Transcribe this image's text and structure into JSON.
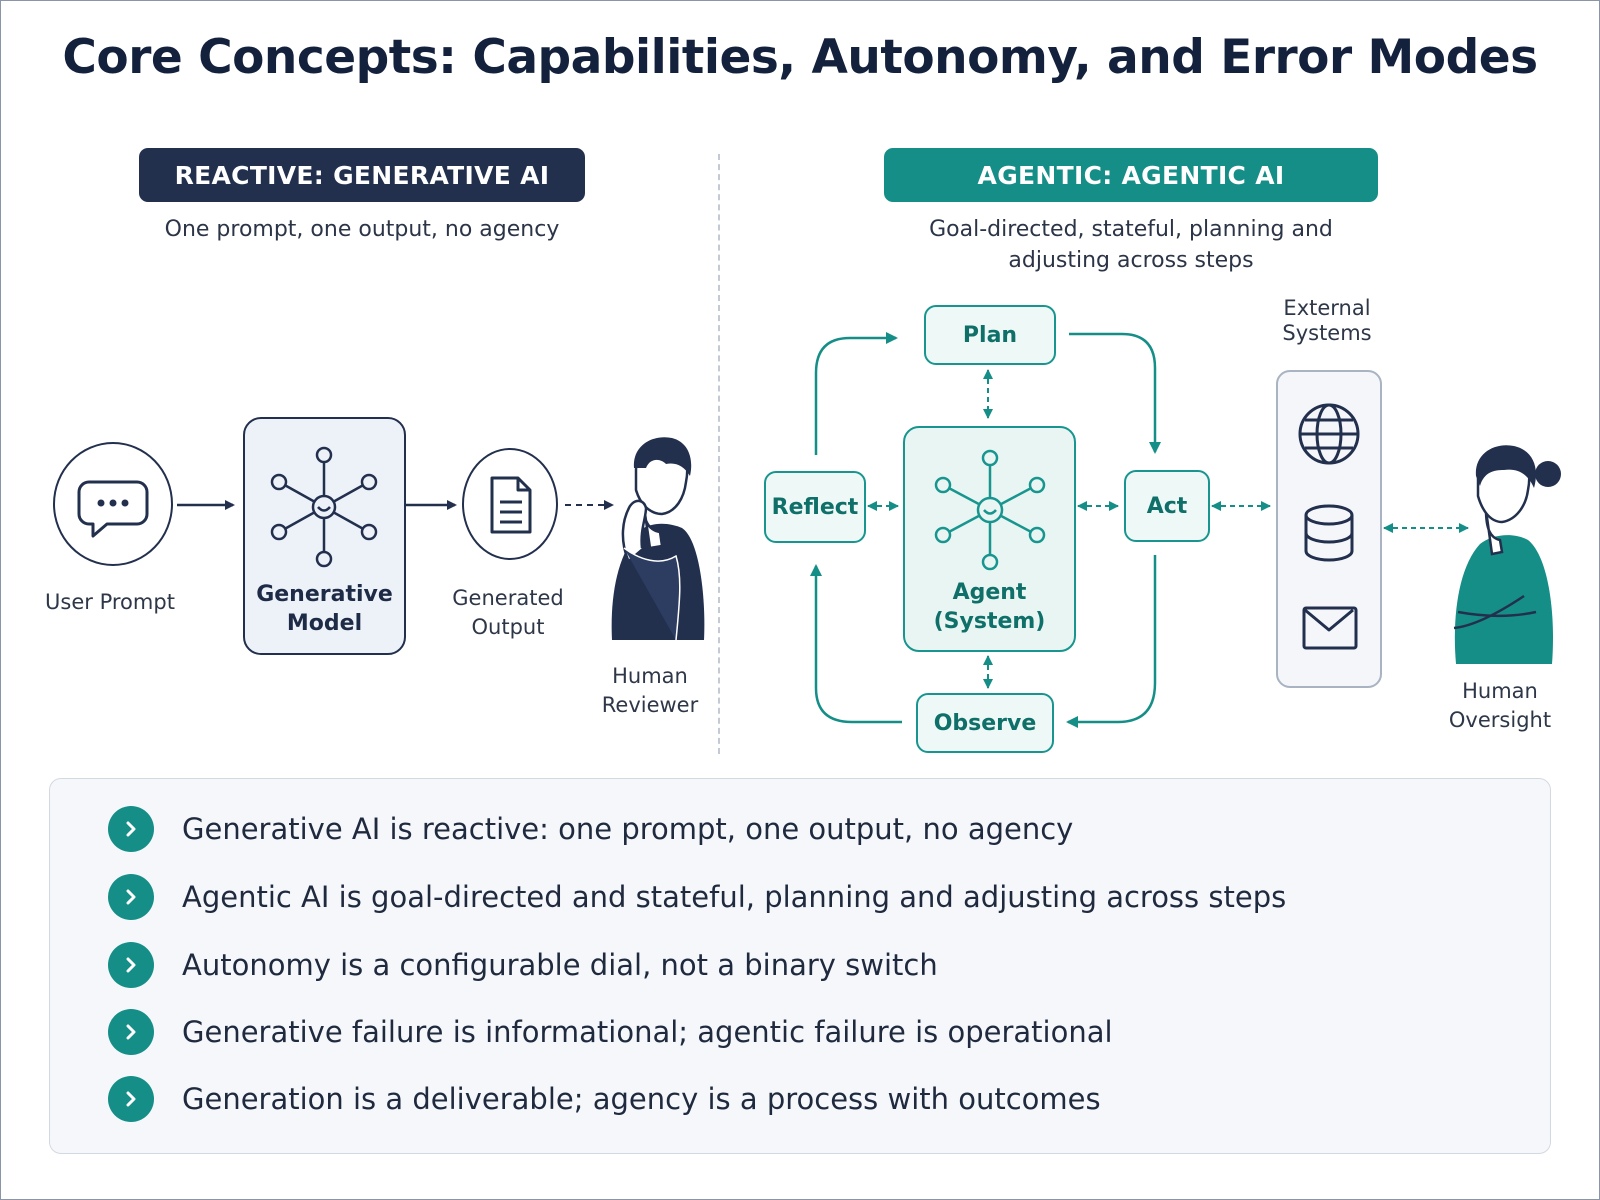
{
  "title": "Core Concepts: Capabilities, Autonomy, and Error Modes",
  "reactive": {
    "badge": "REACTIVE: GENERATIVE AI",
    "subtitle": "One prompt, one output, no agency",
    "user_prompt": "User Prompt",
    "model_line1": "Generative",
    "model_line2": "Model",
    "output_line1": "Generated",
    "output_line2": "Output",
    "reviewer_line1": "Human",
    "reviewer_line2": "Reviewer"
  },
  "agentic": {
    "badge": "AGENTIC: AGENTIC AI",
    "subtitle_line1": "Goal-directed, stateful, planning and",
    "subtitle_line2": "adjusting across steps",
    "plan": "Plan",
    "act": "Act",
    "observe": "Observe",
    "reflect": "Reflect",
    "agent_line1": "Agent",
    "agent_line2": "(System)",
    "external_line1": "External",
    "external_line2": "Systems",
    "oversight_line1": "Human",
    "oversight_line2": "Oversight"
  },
  "icons": {
    "user_prompt": "chat-bubble-icon",
    "model": "neural-network-icon",
    "output": "document-icon",
    "reviewer": "thinking-person-icon",
    "agent": "neural-network-icon",
    "external": [
      "globe-icon",
      "database-icon",
      "mail-icon"
    ],
    "oversight": "person-arms-crossed-icon",
    "bullet": "chevron-right-icon"
  },
  "colors": {
    "navy": "#22304e",
    "teal": "#158e88"
  },
  "bullets": [
    "Generative AI is reactive: one prompt, one output, no agency",
    "Agentic AI is goal-directed and stateful, planning and adjusting across steps",
    "Autonomy is a configurable dial, not a binary switch",
    "Generative failure is informational; agentic failure is operational",
    "Generation is a deliverable; agency is a process with outcomes"
  ]
}
